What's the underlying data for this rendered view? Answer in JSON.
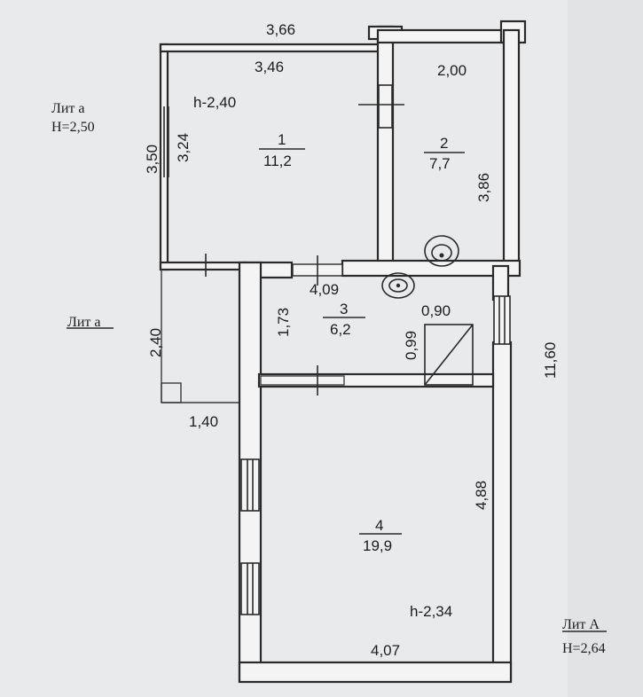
{
  "labels": {
    "lit_a_top": "Лит а",
    "lit_a_top_height": "H=2,50",
    "lit_a_mid": "Лит а",
    "lit_A": "Лит А",
    "lit_A_height": "H=2,64"
  },
  "dimensions": {
    "d_366": "3,66",
    "d_346": "3,46",
    "d_200": "2,00",
    "d_350": "3,50",
    "d_324": "3,24",
    "d_386": "3,86",
    "d_409": "4,09",
    "d_173": "1,73",
    "d_090": "0,90",
    "d_099": "0,99",
    "d_240": "2,40",
    "d_140": "1,40",
    "d_1160": "11,60",
    "d_488": "4,88",
    "d_407": "4,07"
  },
  "heights": {
    "room1": "h-2,40",
    "room4": "h-2,34"
  },
  "rooms": [
    {
      "num": "1",
      "area": "11,2"
    },
    {
      "num": "2",
      "area": "7,7"
    },
    {
      "num": "3",
      "area": "6,2"
    },
    {
      "num": "4",
      "area": "19,9"
    }
  ]
}
